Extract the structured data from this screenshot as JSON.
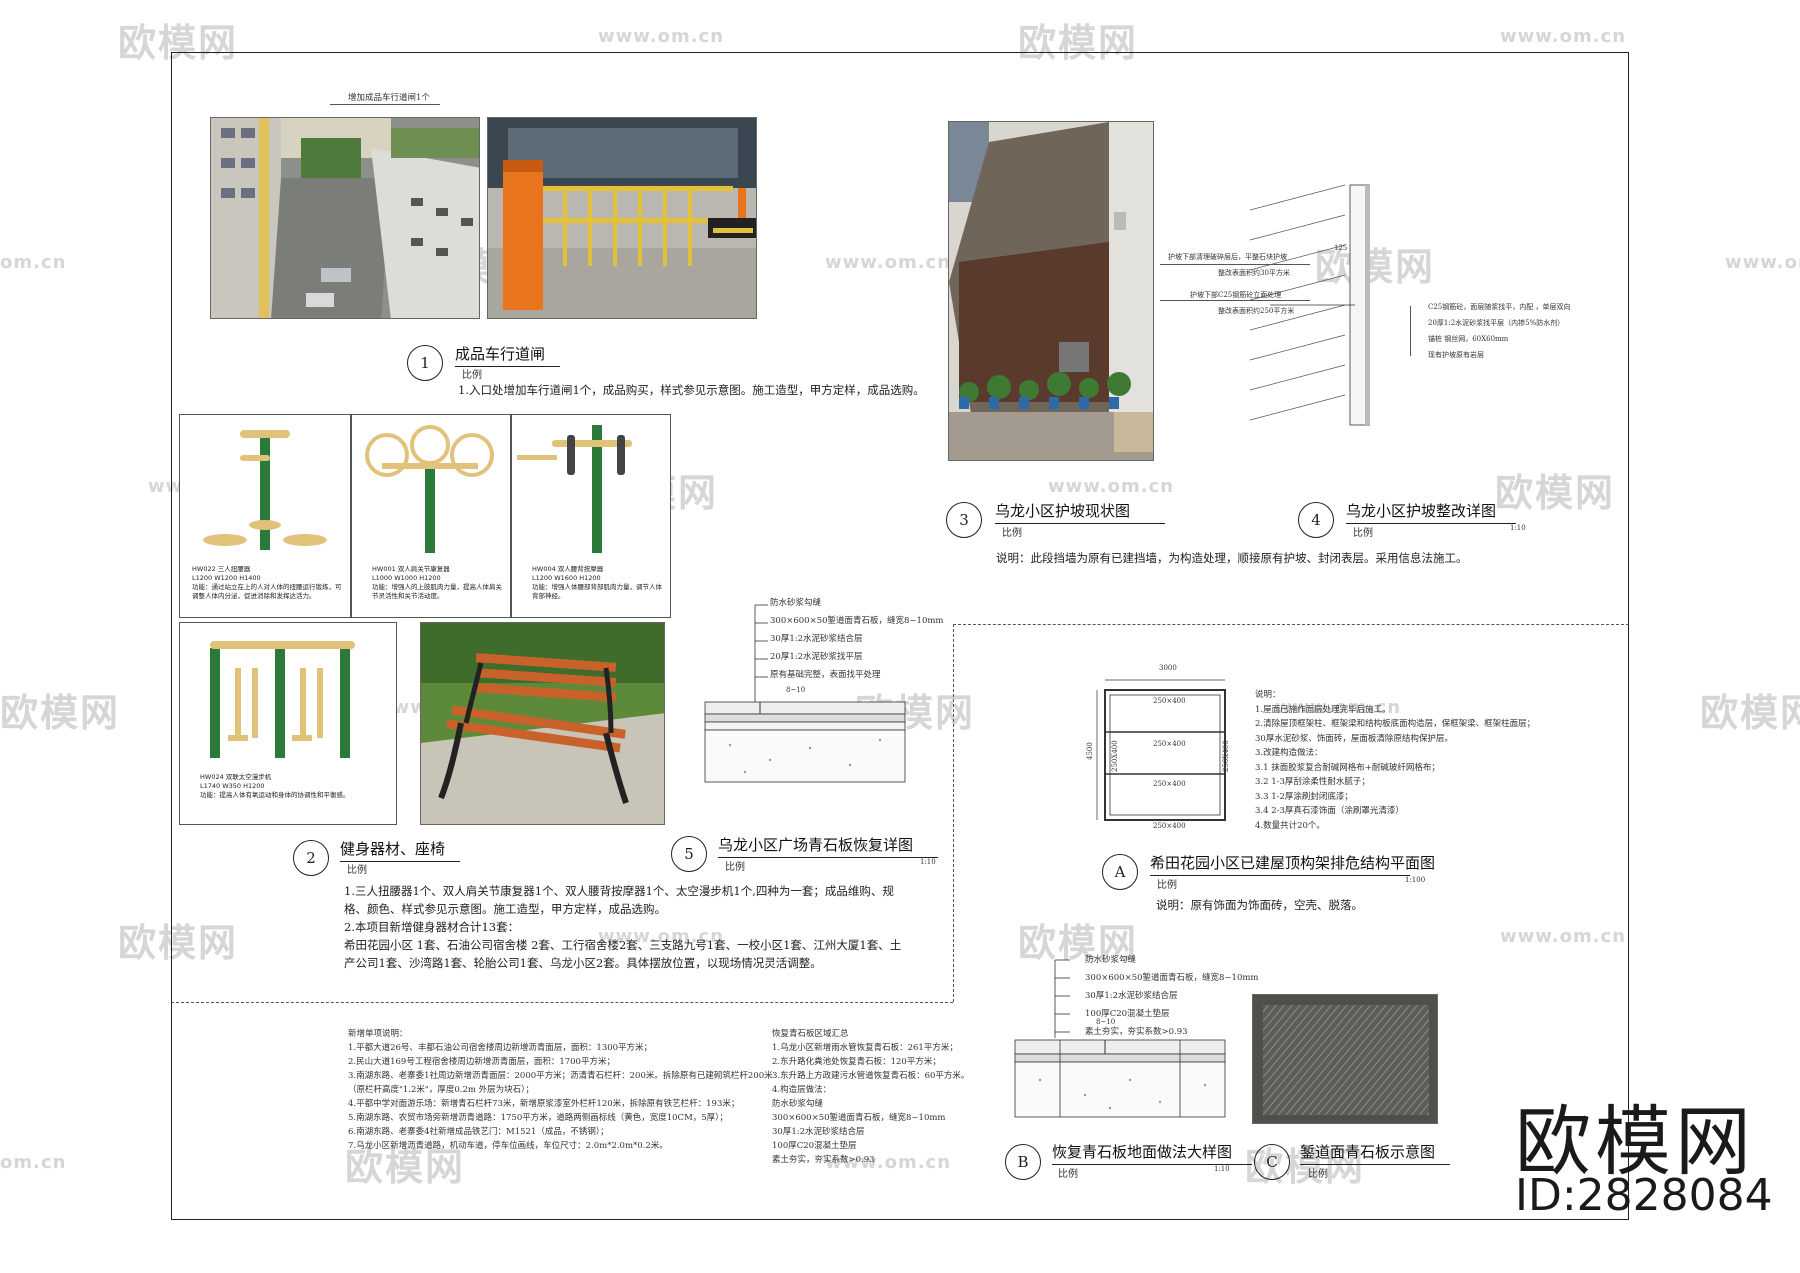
{
  "watermark": {
    "brand": "欧模网",
    "url": "www.om.cn",
    "url_partial": "om.cn"
  },
  "logo": {
    "brand": "欧模网",
    "id": "ID:2828084"
  },
  "section1": {
    "top_note": "增加成品车行道闸1个",
    "num": "1",
    "title": "成品车行道闸",
    "scale": "比例",
    "desc": "1.入口处增加车行道闸1个，成品购买，样式参见示意图。施工造型，甲方定样，成品选购。"
  },
  "section2": {
    "num": "2",
    "title": "健身器材、座椅",
    "scale": "比例",
    "equip": [
      {
        "code": "HW022  三人扭腰器",
        "size": "L1200 W1200 H1400",
        "note": "功能：通过站立在上的人对人体的扭腰运行锻炼，可调整人体内分泌，促进消除和发挥达活力。"
      },
      {
        "code": "HW001  双人肩关节康复器",
        "size": "L1000 W1000 H1200",
        "note": "功能：增强人的上肢肌肉力量，提高人体肩关节灵活性和关节活动度。"
      },
      {
        "code": "HW004  双人腰背按摩器",
        "size": "L1200 W1600 H1200",
        "note": "功能：增强人体腰部背部肌肉力量，调节人体背部神经。"
      },
      {
        "code": "HW024  双联太空漫步机",
        "size": "L1740 W350 H1200",
        "note": "功能：提高人体有氧运动和身体的协调性和平衡感。"
      }
    ],
    "desc": [
      "1.三人扭腰器1个、双人肩关节康复器1个、双人腰背按摩器1个、太空漫步机1个,四种为一套；成品维购、规",
      "格、颜色、样式参见示意图。施工造型，甲方定样，成品选购。",
      "2.本项目新增健身器材合计13套：",
      "希田花园小区 1套、石油公司宿舍楼 2套、工行宿舍楼2套、三支路九号1套、一校小区1套、江州大厦1套、土",
      "产公司1套、沙湾路1套、轮胎公司1套、乌龙小区2套。具体摆放位置，以现场情况灵活调整。"
    ]
  },
  "section3": {
    "num": "3",
    "title": "乌龙小区护坡现状图",
    "scale": "比例",
    "desc": "说明：此段挡墙为原有已建挡墙，为构造处理，顺接原有护坡、封闭表层。采用信息法施工。",
    "label1": "护坡下部清理破碎层后，平整石块护坡",
    "label1b": "整改表面积约30平方米",
    "label2": "护坡下部C25钢筋砼立面处理",
    "label2b": "整改表面积约250平方米"
  },
  "section4": {
    "num": "4",
    "title": "乌龙小区护坡整改详图",
    "scale": "比例",
    "scale_val": "1:10",
    "dim": "125",
    "layers": [
      "C25钢筋砼，面层随浆找平，内配        ，单层双向",
      "20厚1:2水泥砂浆找平层（内掺5%防水剂）",
      "锚桩        钢丝网，60X60mm",
      "现有护坡原有岩层"
    ]
  },
  "section5": {
    "num": "5",
    "title": "乌龙小区广场青石板恢复详图",
    "scale": "比例",
    "scale_val": "1:10",
    "dim": "8~10",
    "layers": [
      "防水砂浆勾缝",
      "300×600×50錾道面青石板，缝宽8~10mm",
      "30厚1:2水泥砂浆结合层",
      "20厚1:2水泥砂浆找平层",
      "原有基础完整，表面找平处理"
    ]
  },
  "sectionA": {
    "letter": "A",
    "title": "希田花园小区已建屋顶构架排危结构平面图",
    "scale": "比例",
    "scale_val": "1:100",
    "desc": "说明：原有饰面为饰面砖，空壳、脱落。",
    "dim_top": "3000",
    "dim_left": "4500",
    "dim_left_inner": "250X400",
    "dim_right_inner": "250X400",
    "cells": [
      "250×400",
      "250×400",
      "250×400",
      "250×400"
    ],
    "notes": [
      "说明：",
      "1.屋面已施作面层处理完毕后施工。",
      "2.清除屋顶框架柱、框架梁和结构板底面构造层，保框架梁、框架柱面层；",
      "30厚水泥砂浆、饰面砖，屋面板清除原结构保护层。",
      "3.改建构造做法：",
      "3.1  抹面胶浆复合耐碱网格布+耐碱玻纤网格布；",
      "3.2  1-3厚刮涂柔性耐水腻子；",
      "3.3  1-2厚涂刷封闭底漆；",
      "3.4  2-3厚真石漆饰面（涂刷罩光清漆）",
      "4.数量共计20个。"
    ]
  },
  "sectionB": {
    "letter": "B",
    "title": "恢复青石板地面做法大样图",
    "scale": "比例",
    "scale_val": "1:10",
    "dim": "8~10",
    "layers": [
      "防水砂浆勾缝",
      "300×600×50錾道面青石板，缝宽8~10mm",
      "30厚1:2水泥砂浆结合层",
      "100厚C20混凝土垫层",
      "素土夯实，夯实系数>0.93"
    ]
  },
  "sectionC": {
    "letter": "C",
    "title": "錾道面青石板示意图",
    "scale": "比例"
  },
  "notes_left": {
    "title": "新增单项说明：",
    "items": [
      "1.平都大道26号、丰都石油公司宿舍楼周边新增沥青面层，面积：1300平方米；",
      "2.民山大道169号工程宿舍楼周边新增沥青面层，面积：1700平方米；",
      "3.南湖东路、老寨委1社周边新增沥青面层：2000平方米；沥清青石栏杆：200米。拆除原有已建砌筑栏杆200米",
      "（原栏杆高度\"1.2米\"，厚度0.2m 外层为块石）；",
      "4.平都中学对面游乐场：新增青石栏杆73米，新增原浆漆室外栏杆120米，拆除原有铁艺栏杆：193米；",
      "5.南湖东路、农贸市场旁新增沥青道路：1750平方米，道路两侧画标线（黄色，宽度10CM，5厚）；",
      "6.南湖东路、老寨委4社新增成品铁艺门：M1521（成品，不锈钢）；",
      "7.乌龙小区新增沥青道路，机动车道，停车位画线，车位尺寸：2.0m*2.0m*0.2米。"
    ]
  },
  "notes_right": {
    "title": "恢复青石板区域汇总",
    "items": [
      "1.乌龙小区新增雨水管恢复青石板：261平方米；",
      "2.东升路化粪池处恢复青石板：120平方米；",
      "3.东升路上方政建污水管道恢复青石板：60平方米。",
      "4.构造层做法：",
      "  防水砂浆勾缝",
      "  300×600×50錾道面青石板，缝宽8~10mm",
      "  30厚1:2水泥砂浆结合层",
      "  100厚C20混凝土垫层",
      "  素土夯实，夯实系数>0.93"
    ]
  }
}
